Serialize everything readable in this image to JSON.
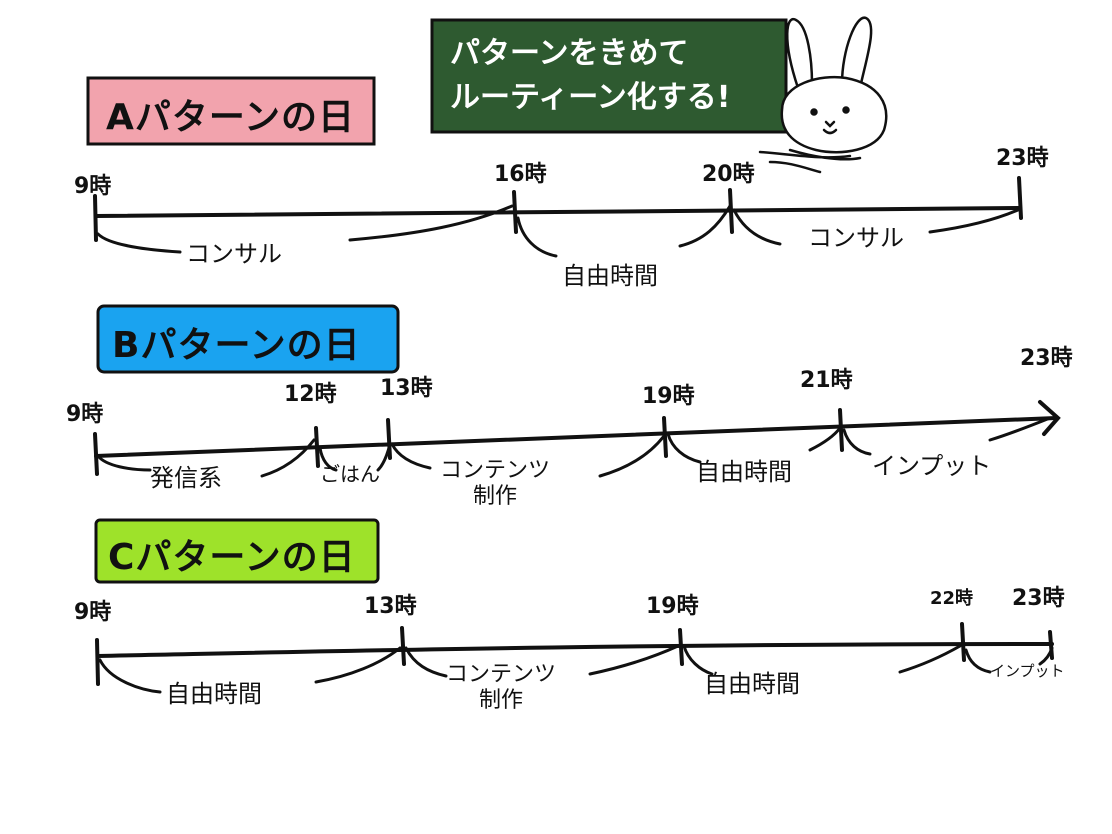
{
  "note": {
    "line1": "パターンをきめて",
    "line2": "ルーティーン化する!"
  },
  "colors": {
    "note_board": "#2e5a30",
    "pattern_a": "#f2a3ad",
    "pattern_b": "#1aa3f0",
    "pattern_c": "#9ee22a",
    "ink": "#111111"
  },
  "pattern_a": {
    "title": "Aパターンの日",
    "times": {
      "t9": "9時",
      "t16": "16時",
      "t20": "20時",
      "t23": "23時"
    },
    "segments": {
      "s1": "コンサル",
      "s2": "自由時間",
      "s3": "コンサル"
    }
  },
  "pattern_b": {
    "title": "Bパターンの日",
    "times": {
      "t9": "9時",
      "t12": "12時",
      "t13": "13時",
      "t19": "19時",
      "t21": "21時",
      "t23": "23時"
    },
    "segments": {
      "s1": "発信系",
      "s2": "ごはん",
      "s3_line1": "コンテンツ",
      "s3_line2": "制作",
      "s4": "自由時間",
      "s5": "インプット"
    }
  },
  "pattern_c": {
    "title": "Cパターンの日",
    "times": {
      "t9": "9時",
      "t13": "13時",
      "t19": "19時",
      "t22": "22時",
      "t23": "23時"
    },
    "segments": {
      "s1": "自由時間",
      "s2_line1": "コンテンツ",
      "s2_line2": "制作",
      "s3": "自由時間",
      "s4": "インプット"
    }
  }
}
